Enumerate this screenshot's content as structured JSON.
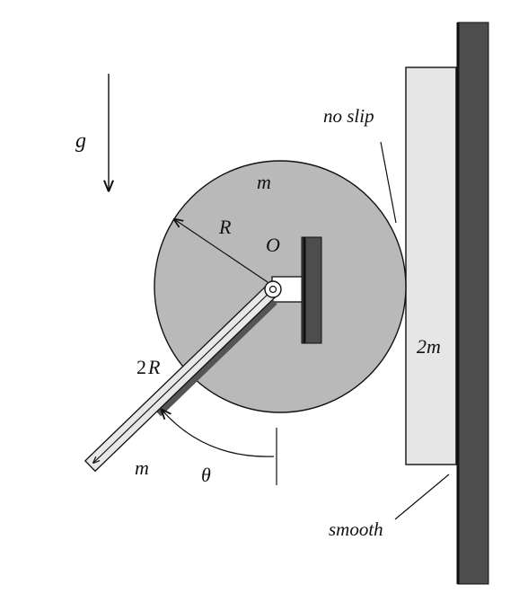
{
  "labels": {
    "gravity": "g",
    "disk_mass": "m",
    "radius": "R",
    "center": "O",
    "no_slip": "no slip",
    "block_mass": "2m",
    "rod_length_num": "2",
    "rod_length_var": "R",
    "rod_mass": "m",
    "angle": "θ",
    "smooth": "smooth"
  },
  "colors": {
    "disk": "#b9b9b9",
    "wall": "#4d4d4d",
    "block": "#e6e6e6",
    "rod": "#e8e8e8",
    "rod_shadow": "#555555",
    "line": "#111111"
  }
}
